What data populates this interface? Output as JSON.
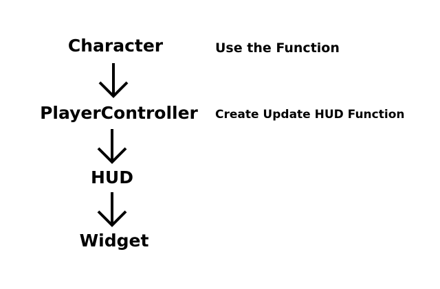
{
  "nodes": [
    {
      "id": "character",
      "label": "Character"
    },
    {
      "id": "player-controller",
      "label": "PlayerController"
    },
    {
      "id": "hud",
      "label": "HUD"
    },
    {
      "id": "widget",
      "label": "Widget"
    }
  ],
  "notes": {
    "character": "Use the Function",
    "player_controller": "Create Update HUD Function"
  }
}
